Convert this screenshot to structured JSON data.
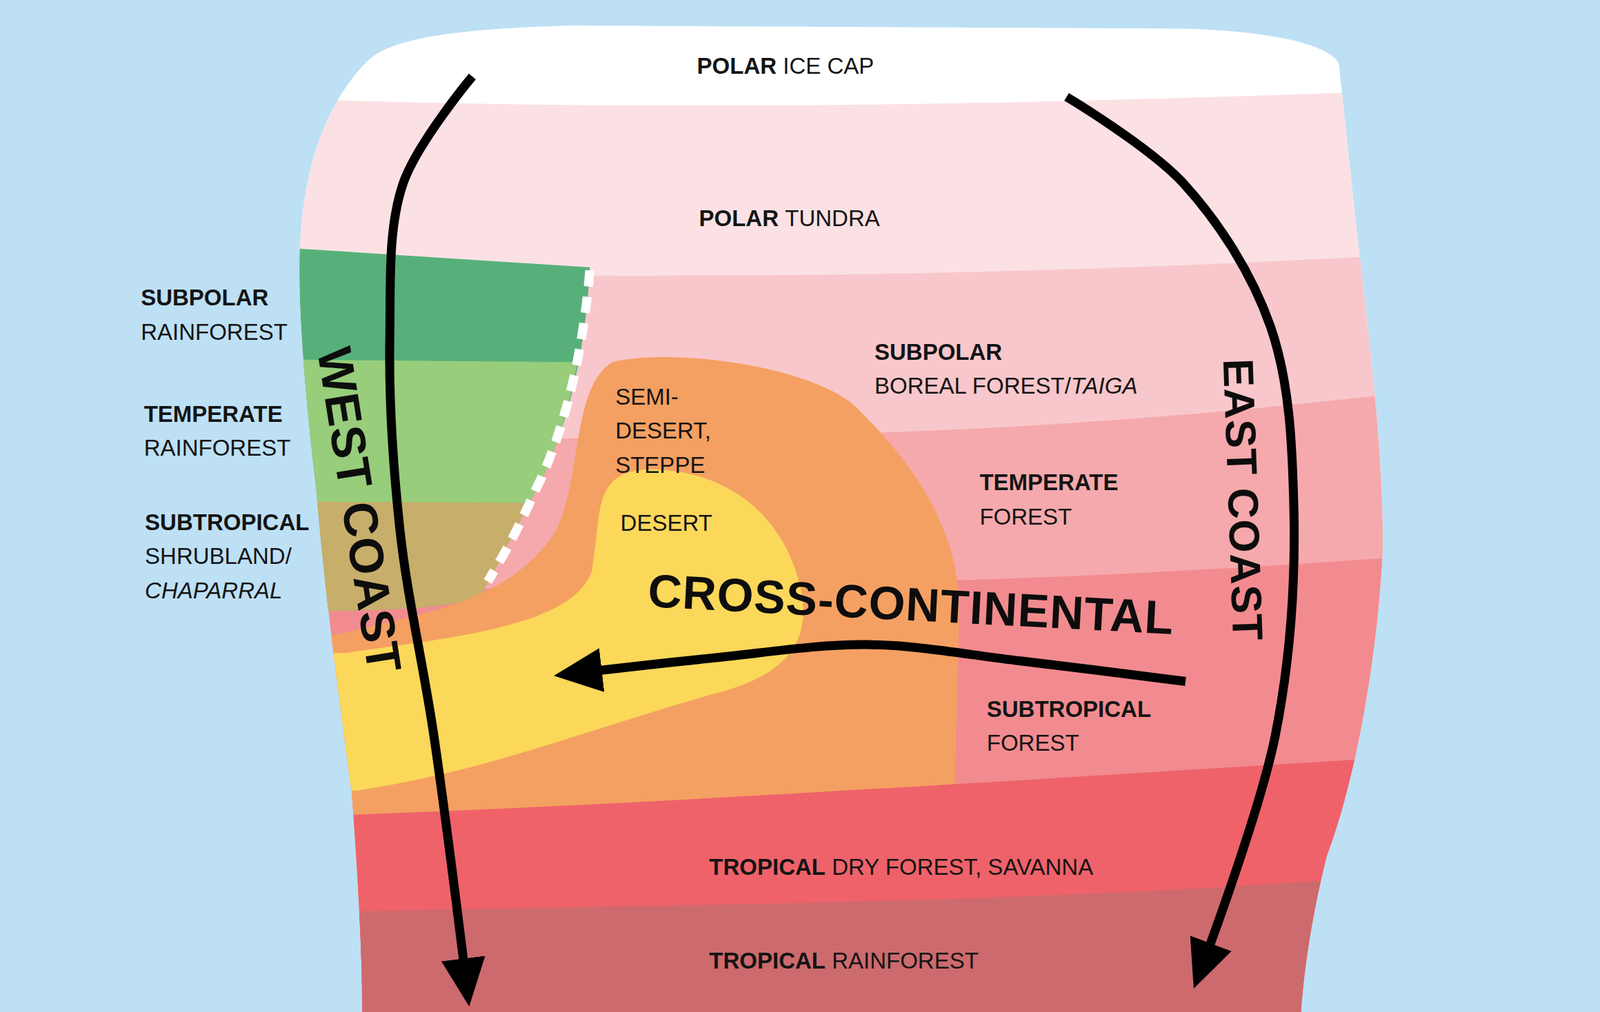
{
  "diagram": {
    "nodes": [
      {
        "text": [
          "POLAR",
          "ICE CAP"
        ]
      },
      {
        "text": [
          "POLAR",
          "TUNDRA"
        ]
      },
      {
        "text": [
          "SUBPOLAR",
          "RAINFOREST"
        ]
      },
      {
        "text": [
          "SEMI-DESERT, STEPPE"
        ]
      },
      {
        "text": [
          "SUBPOLAR",
          "BOREAL FOREST/",
          "TAIGA"
        ]
      },
      {
        "text": [
          "TEMPERATE",
          "RAINFOREST"
        ]
      },
      {
        "text": [
          "DESERT"
        ]
      },
      {
        "text": [
          "TEMPERATE",
          "FOREST"
        ]
      },
      {
        "text": [
          "SUBTROPICAL",
          "SHRUBLAND/",
          "CHAPARRAL"
        ]
      },
      {
        "text": [
          "SUBTROPICAL",
          "FOREST"
        ]
      },
      {
        "text": [
          "TROPICAL",
          "DRY FOREST, SAVANNA"
        ]
      },
      {
        "text": [
          "TROPICAL",
          "RAINFOREST"
        ]
      }
    ],
    "edges": [
      {
        "from": 0,
        "to": 11,
        "arrow": "to",
        "label": "WEST COAST"
      },
      {
        "from": 0,
        "to": 11,
        "arrow": "to",
        "label": "EAST COAST"
      },
      {
        "from": 9,
        "to": 6,
        "arrow": "to",
        "label": "CROSS-CONTINENTAL"
      }
    ]
  }
}
